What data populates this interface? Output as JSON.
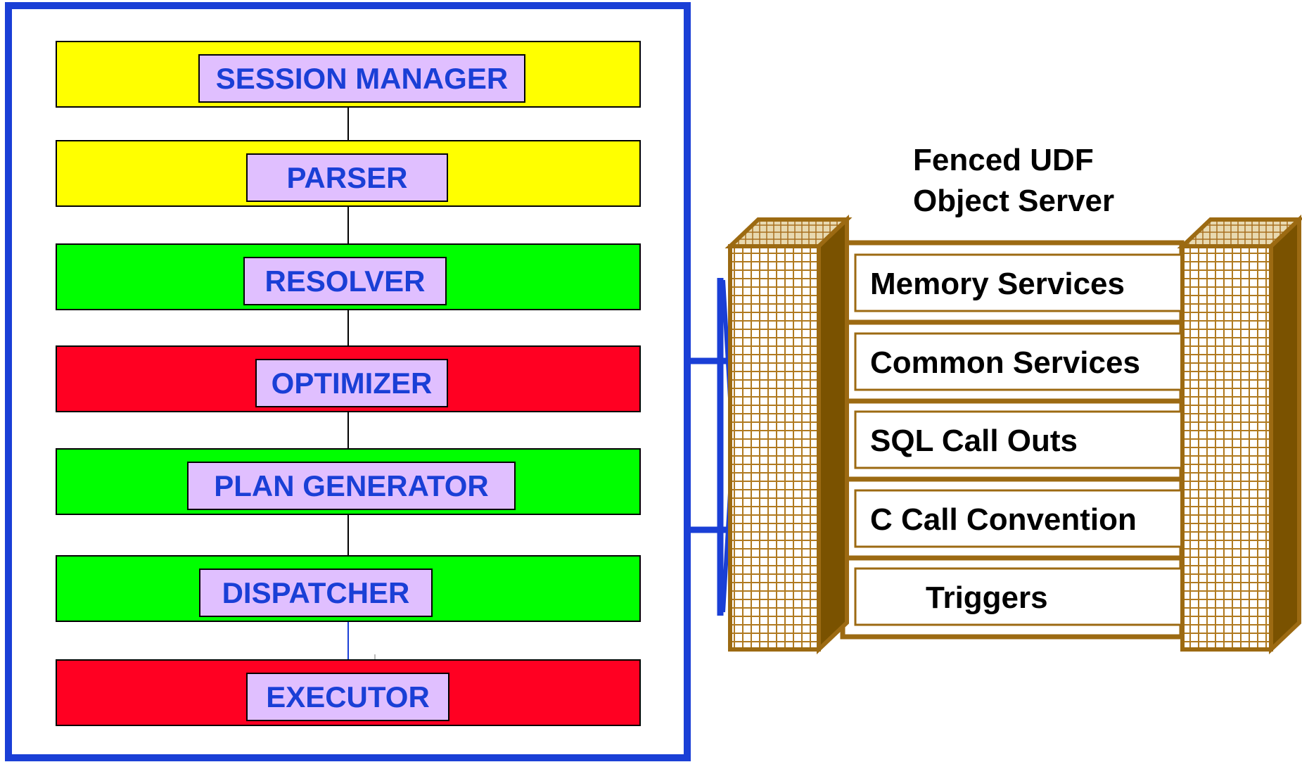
{
  "pipeline": {
    "stages": [
      {
        "label": "SESSION MANAGER",
        "color": "#ffff00"
      },
      {
        "label": "PARSER",
        "color": "#ffff00"
      },
      {
        "label": "RESOLVER",
        "color": "#00ff00"
      },
      {
        "label": "OPTIMIZER",
        "color": "#ff0022"
      },
      {
        "label": "PLAN GENERATOR",
        "color": "#00ff00"
      },
      {
        "label": "DISPATCHER",
        "color": "#00ff00"
      },
      {
        "label": "EXECUTOR",
        "color": "#ff0022"
      }
    ],
    "label_box_color": "#e0bfff",
    "label_text_color": "#1a3fd6",
    "frame_color": "#1a3fd6"
  },
  "server": {
    "title_line1": "Fenced UDF",
    "title_line2": "Object Server",
    "services": [
      "Memory Services",
      "Common Services",
      "SQL Call Outs",
      "C Call Convention",
      "Triggers"
    ],
    "pillar_color": "#c8a060",
    "pillar_shade_color": "#7a5200",
    "pillar_border_color": "#9c6a12"
  }
}
